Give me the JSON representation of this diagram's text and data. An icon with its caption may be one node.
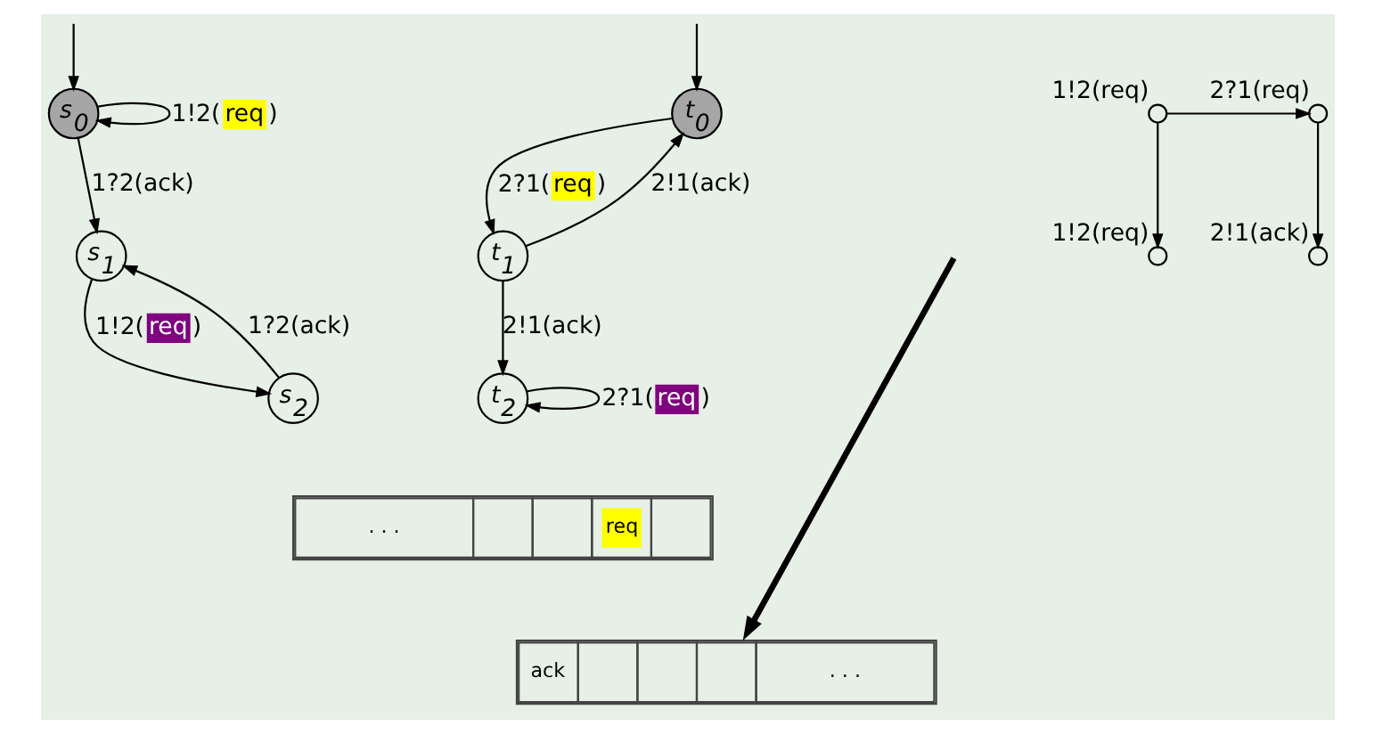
{
  "diagram": {
    "nodes": [
      {
        "text": [
          "s$_{0}$"
        ]
      },
      {
        "text": [
          "s$_{1}$"
        ]
      },
      {
        "text": [
          "s$_{2}$"
        ]
      },
      {
        "text": [
          "t$_{0}$"
        ]
      },
      {
        "text": [
          "t$_{1}$"
        ]
      },
      {
        "text": [
          "t$_{2}$"
        ]
      },
      {
        "text": [],
        "shape": "circle",
        "beside": [
          "1!2(req)"
        ]
      },
      {
        "text": [],
        "shape": "circle",
        "beside": [
          "1!2(req)"
        ]
      },
      {
        "text": [],
        "shape": "circle",
        "beside": [
          "2?1(req)"
        ]
      },
      {
        "text": [],
        "shape": "circle",
        "beside": [
          "2!1(ack)"
        ]
      },
      {
        "text": [
          ". . .",
          "req"
        ]
      },
      {
        "text": [
          "ack",
          ". . ."
        ]
      }
    ],
    "edges": [
      {
        "from": null,
        "to": 0,
        "arrow": "to"
      },
      {
        "from": 0,
        "to": 0,
        "arrow": "to",
        "label": "1!2(req)"
      },
      {
        "from": 0,
        "to": 1,
        "arrow": "to",
        "label": "1?2(ack)"
      },
      {
        "from": 1,
        "to": 2,
        "arrow": "to",
        "label": "1!2(req)"
      },
      {
        "from": 2,
        "to": 1,
        "arrow": "to",
        "label": "1?2(ack)"
      },
      {
        "from": null,
        "to": 3,
        "arrow": "to"
      },
      {
        "from": 3,
        "to": 4,
        "arrow": "to",
        "label": "2?1(req)"
      },
      {
        "from": 4,
        "to": 3,
        "arrow": "to",
        "label": "2!1(ack)"
      },
      {
        "from": 4,
        "to": 5,
        "arrow": "to",
        "label": "2!1(ack)"
      },
      {
        "from": 5,
        "to": 5,
        "arrow": "to",
        "label": "2?1(req)"
      },
      {
        "from": 6,
        "to": 8,
        "arrow": "to"
      },
      {
        "from": 6,
        "to": 7,
        "arrow": "to"
      },
      {
        "from": 8,
        "to": 9,
        "arrow": "to"
      },
      {
        "from": null,
        "to": 11,
        "arrow": "to",
        "style": "thick"
      }
    ]
  }
}
